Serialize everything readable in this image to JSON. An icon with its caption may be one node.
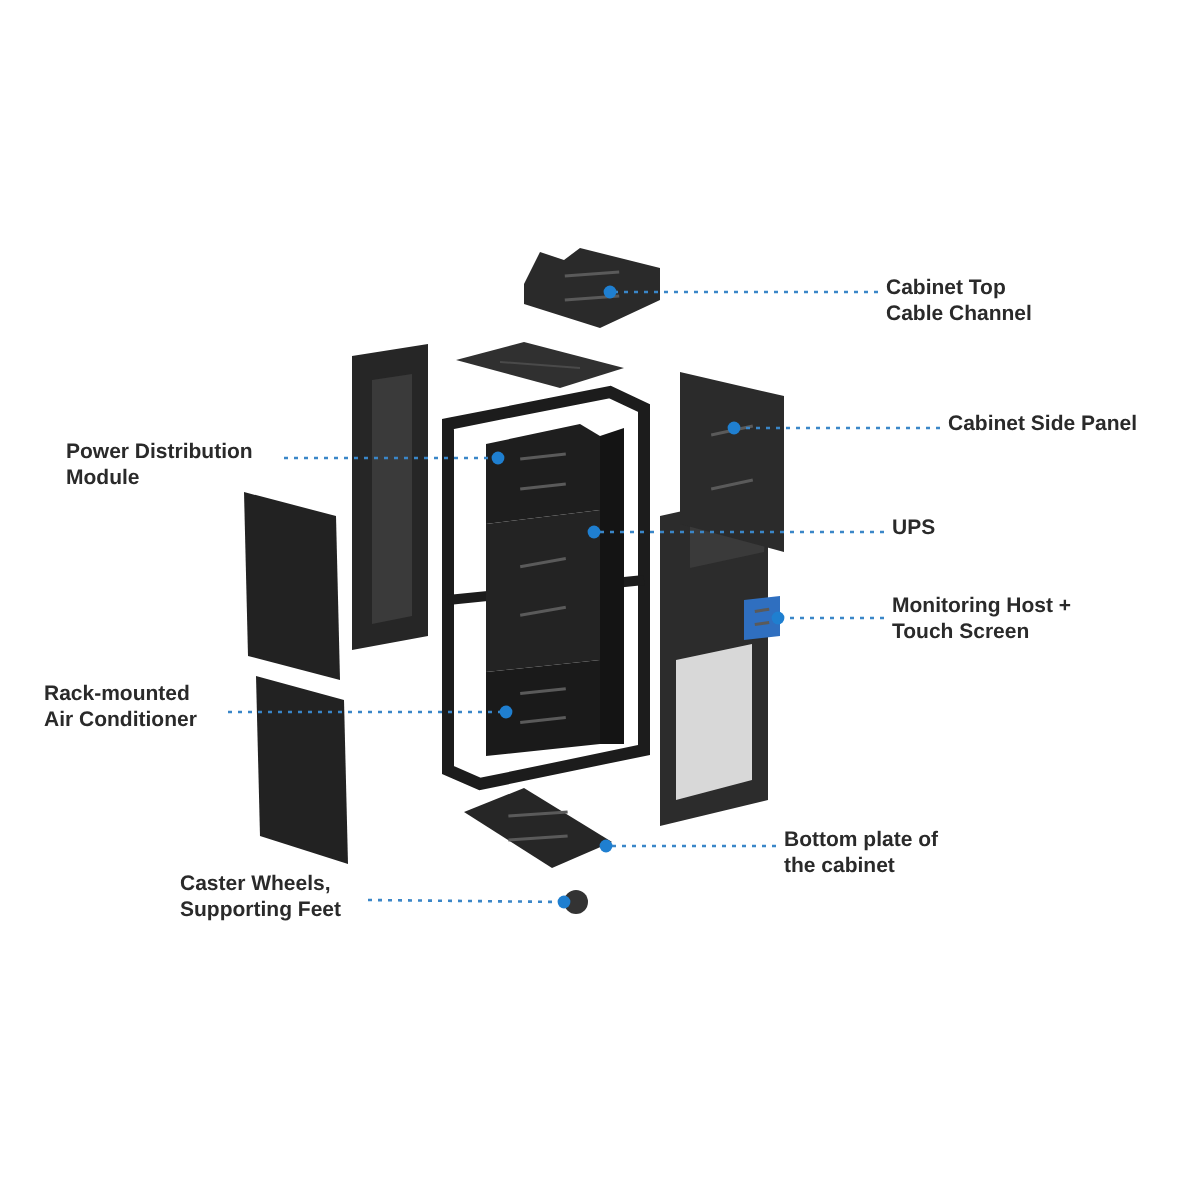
{
  "diagram": {
    "nodes": [
      {
        "text": [
          "Cabinet Top Cable Channel"
        ]
      },
      {
        "text": [
          "Power Distribution Module"
        ]
      },
      {
        "text": [
          "Cabinet Side Panel"
        ]
      },
      {
        "text": [
          "UPS"
        ]
      },
      {
        "text": [
          "Monitoring Host + Touch Screen"
        ]
      },
      {
        "text": [
          "Rack-mounted Air Conditioner"
        ]
      },
      {
        "text": [
          "Bottom plate of the cabinet"
        ]
      },
      {
        "text": [
          "Caster Wheels, Supporting Feet"
        ]
      },
      {
        "text": [],
        "shape": "picture"
      },
      {
        "text": [],
        "shape": "picture"
      },
      {
        "text": [],
        "shape": "picture"
      },
      {
        "text": [],
        "shape": "picture"
      },
      {
        "text": [],
        "shape": "picture"
      },
      {
        "text": [],
        "shape": "picture"
      },
      {
        "text": [],
        "shape": "picture"
      },
      {
        "text": [],
        "shape": "circle"
      }
    ],
    "edges": [
      {
        "from": 0,
        "to": 8,
        "arrow": "other",
        "style": "dashed"
      },
      {
        "from": 1,
        "to": 9,
        "arrow": "other",
        "style": "dashed"
      },
      {
        "from": 2,
        "to": 10,
        "arrow": "other",
        "style": "dashed"
      },
      {
        "from": 3,
        "to": 11,
        "arrow": "other",
        "style": "dashed"
      },
      {
        "from": 4,
        "to": 12,
        "arrow": "other",
        "style": "dashed"
      },
      {
        "from": 5,
        "to": 13,
        "arrow": "other",
        "style": "dashed"
      },
      {
        "from": 6,
        "to": 14,
        "arrow": "other",
        "style": "dashed"
      },
      {
        "from": 7,
        "to": 15,
        "arrow": "other",
        "style": "dashed"
      }
    ]
  }
}
